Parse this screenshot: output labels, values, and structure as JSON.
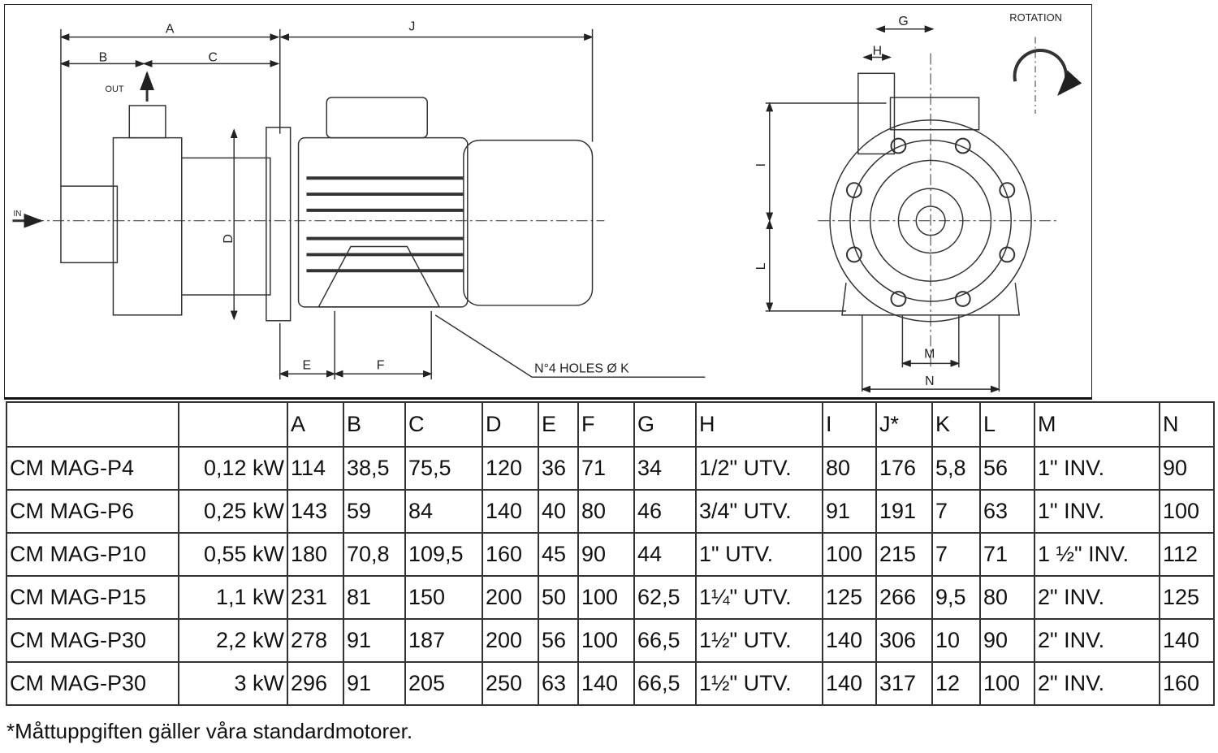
{
  "drawing": {
    "labels": {
      "a": "A",
      "b": "B",
      "c": "C",
      "j": "J",
      "out": "OUT",
      "in": "IN",
      "d": "D",
      "e": "E",
      "f": "F",
      "holes": "N°4 HOLES Ø K",
      "g": "G",
      "h": "H",
      "rotation": "ROTATION",
      "i": "I",
      "l": "L",
      "m": "M",
      "n": "N"
    }
  },
  "table": {
    "headers": [
      "",
      "",
      "A",
      "B",
      "C",
      "D",
      "E",
      "F",
      "G",
      "H",
      "I",
      "J*",
      "K",
      "L",
      "M",
      "N"
    ],
    "rows": [
      [
        "CM MAG-P4",
        "0,12 kW",
        "114",
        "38,5",
        "75,5",
        "120",
        "36",
        "71",
        "34",
        "1/2\" UTV.",
        "80",
        "176",
        "5,8",
        "56",
        "1\" INV.",
        "90"
      ],
      [
        "CM MAG-P6",
        "0,25 kW",
        "143",
        "59",
        "84",
        "140",
        "40",
        "80",
        "46",
        "3/4\" UTV.",
        "91",
        "191",
        "7",
        "63",
        "1\" INV.",
        "100"
      ],
      [
        "CM MAG-P10",
        "0,55 kW",
        "180",
        "70,8",
        "109,5",
        "160",
        "45",
        "90",
        "44",
        "1\" UTV.",
        "100",
        "215",
        "7",
        "71",
        "1 ½\" INV.",
        "112"
      ],
      [
        "CM MAG-P15",
        "1,1 kW",
        "231",
        "81",
        "150",
        "200",
        "50",
        "100",
        "62,5",
        "1¼\" UTV.",
        "125",
        "266",
        "9,5",
        "80",
        "2\" INV.",
        "125"
      ],
      [
        "CM MAG-P30",
        "2,2 kW",
        "278",
        "91",
        "187",
        "200",
        "56",
        "100",
        "66,5",
        "1½\" UTV.",
        "140",
        "306",
        "10",
        "90",
        "2\" INV.",
        "140"
      ],
      [
        "CM MAG-P30",
        "3 kW",
        "296",
        "91",
        "205",
        "250",
        "63",
        "140",
        "66,5",
        "1½\" UTV.",
        "140",
        "317",
        "12",
        "100",
        "2\" INV.",
        "160"
      ]
    ]
  },
  "footnote": "*Måttuppgiften gäller våra standardmotorer."
}
